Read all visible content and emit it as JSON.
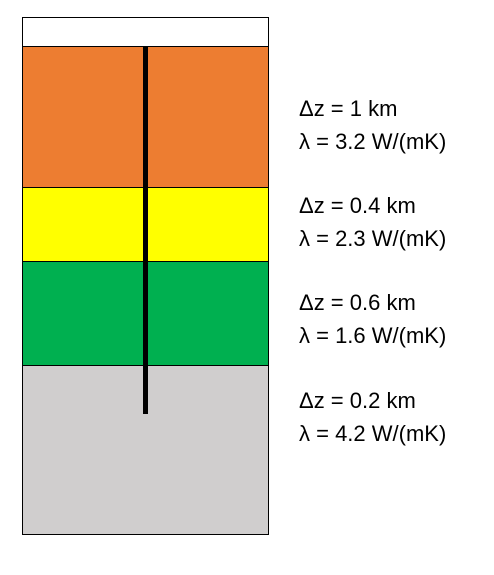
{
  "layers": [
    {
      "color": "#ffffff"
    },
    {
      "color": "#ed7d31",
      "thickness": "Δz = 1 km",
      "conductivity": "λ = 3.2 W/(mK)"
    },
    {
      "color": "#ffff00",
      "thickness": "Δz = 0.4 km",
      "conductivity": "λ = 2.3 W/(mK)"
    },
    {
      "color": "#00b050",
      "thickness": "Δz = 0.6 km",
      "conductivity": "λ = 1.6 W/(mK)"
    },
    {
      "color": "#d0cece",
      "thickness": "Δz = 0.2 km",
      "conductivity": "λ = 4.2 W/(mK)"
    }
  ],
  "borehole_color": "#000000"
}
